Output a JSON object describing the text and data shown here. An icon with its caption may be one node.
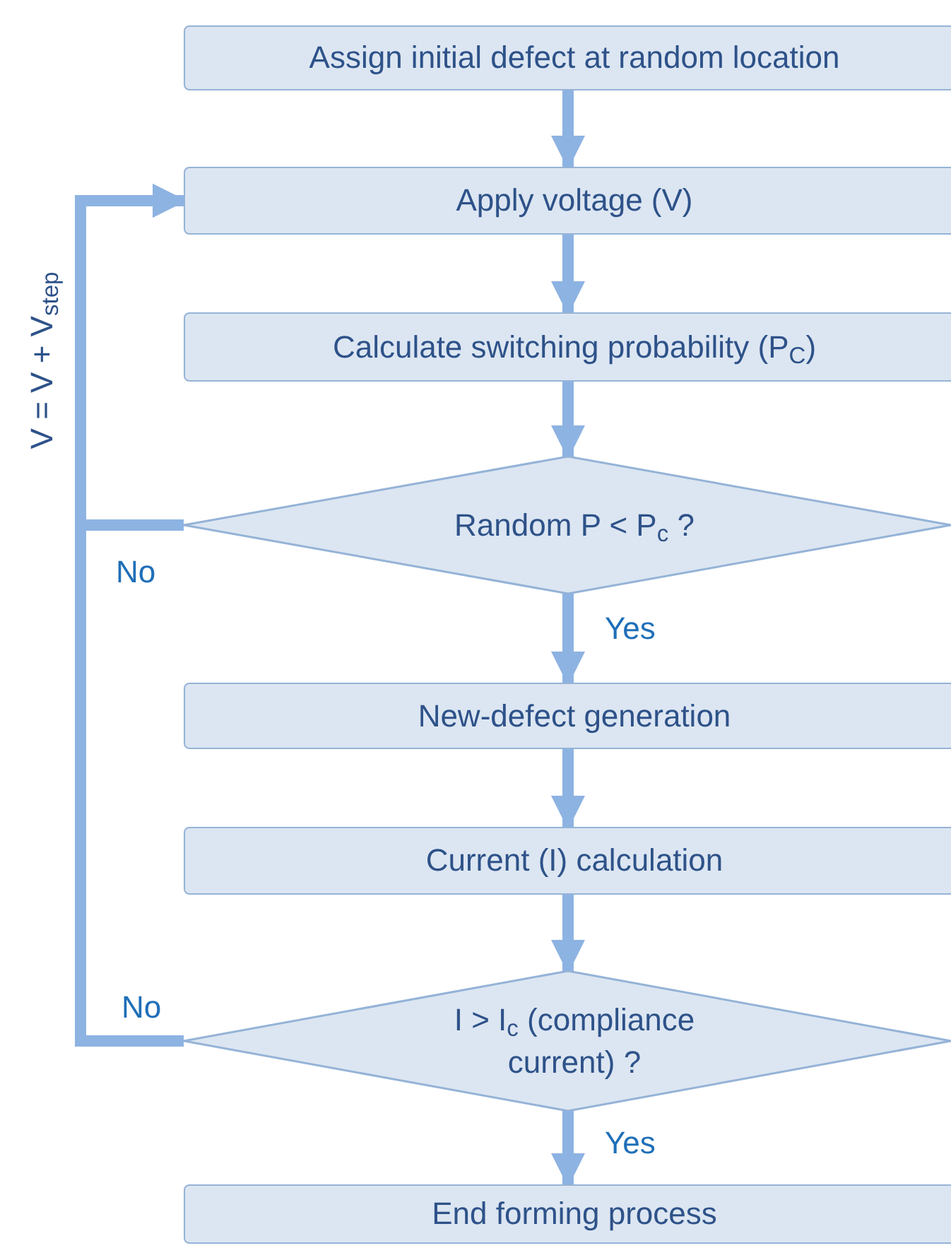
{
  "diagram": {
    "nodes": [
      {
        "text": [
          "Assign initial defect at random location"
        ]
      },
      {
        "text": [
          "Apply voltage (V)"
        ]
      },
      {
        "text": [
          "Calculate switching probability (P$_{C}$)"
        ]
      },
      {
        "text": [
          "Random P < P$_{c}$ ?"
        ]
      },
      {
        "text": [
          "New-defect generation"
        ]
      },
      {
        "text": [
          "Current (I) calculation"
        ]
      },
      {
        "text": [
          "I > I$_{c}$ (compliance current) ?"
        ]
      },
      {
        "text": [
          "End forming process"
        ]
      }
    ],
    "edges": [
      {
        "from": 0,
        "to": 1,
        "arrow": "to"
      },
      {
        "from": 1,
        "to": 2,
        "arrow": "to"
      },
      {
        "from": 2,
        "to": 3,
        "arrow": "to"
      },
      {
        "from": 3,
        "to": 4,
        "arrow": "to",
        "label": "Yes"
      },
      {
        "from": 4,
        "to": 5,
        "arrow": "to"
      },
      {
        "from": 5,
        "to": 6,
        "arrow": "to"
      },
      {
        "from": 6,
        "to": 7,
        "arrow": "to",
        "label": "Yes"
      },
      {
        "from": 3,
        "to": 1,
        "arrow": "to",
        "label": "No"
      },
      {
        "from": 6,
        "to": 1,
        "arrow": "to",
        "label": "No"
      }
    ],
    "labels": [
      "V = V + V$_{step}$"
    ]
  }
}
